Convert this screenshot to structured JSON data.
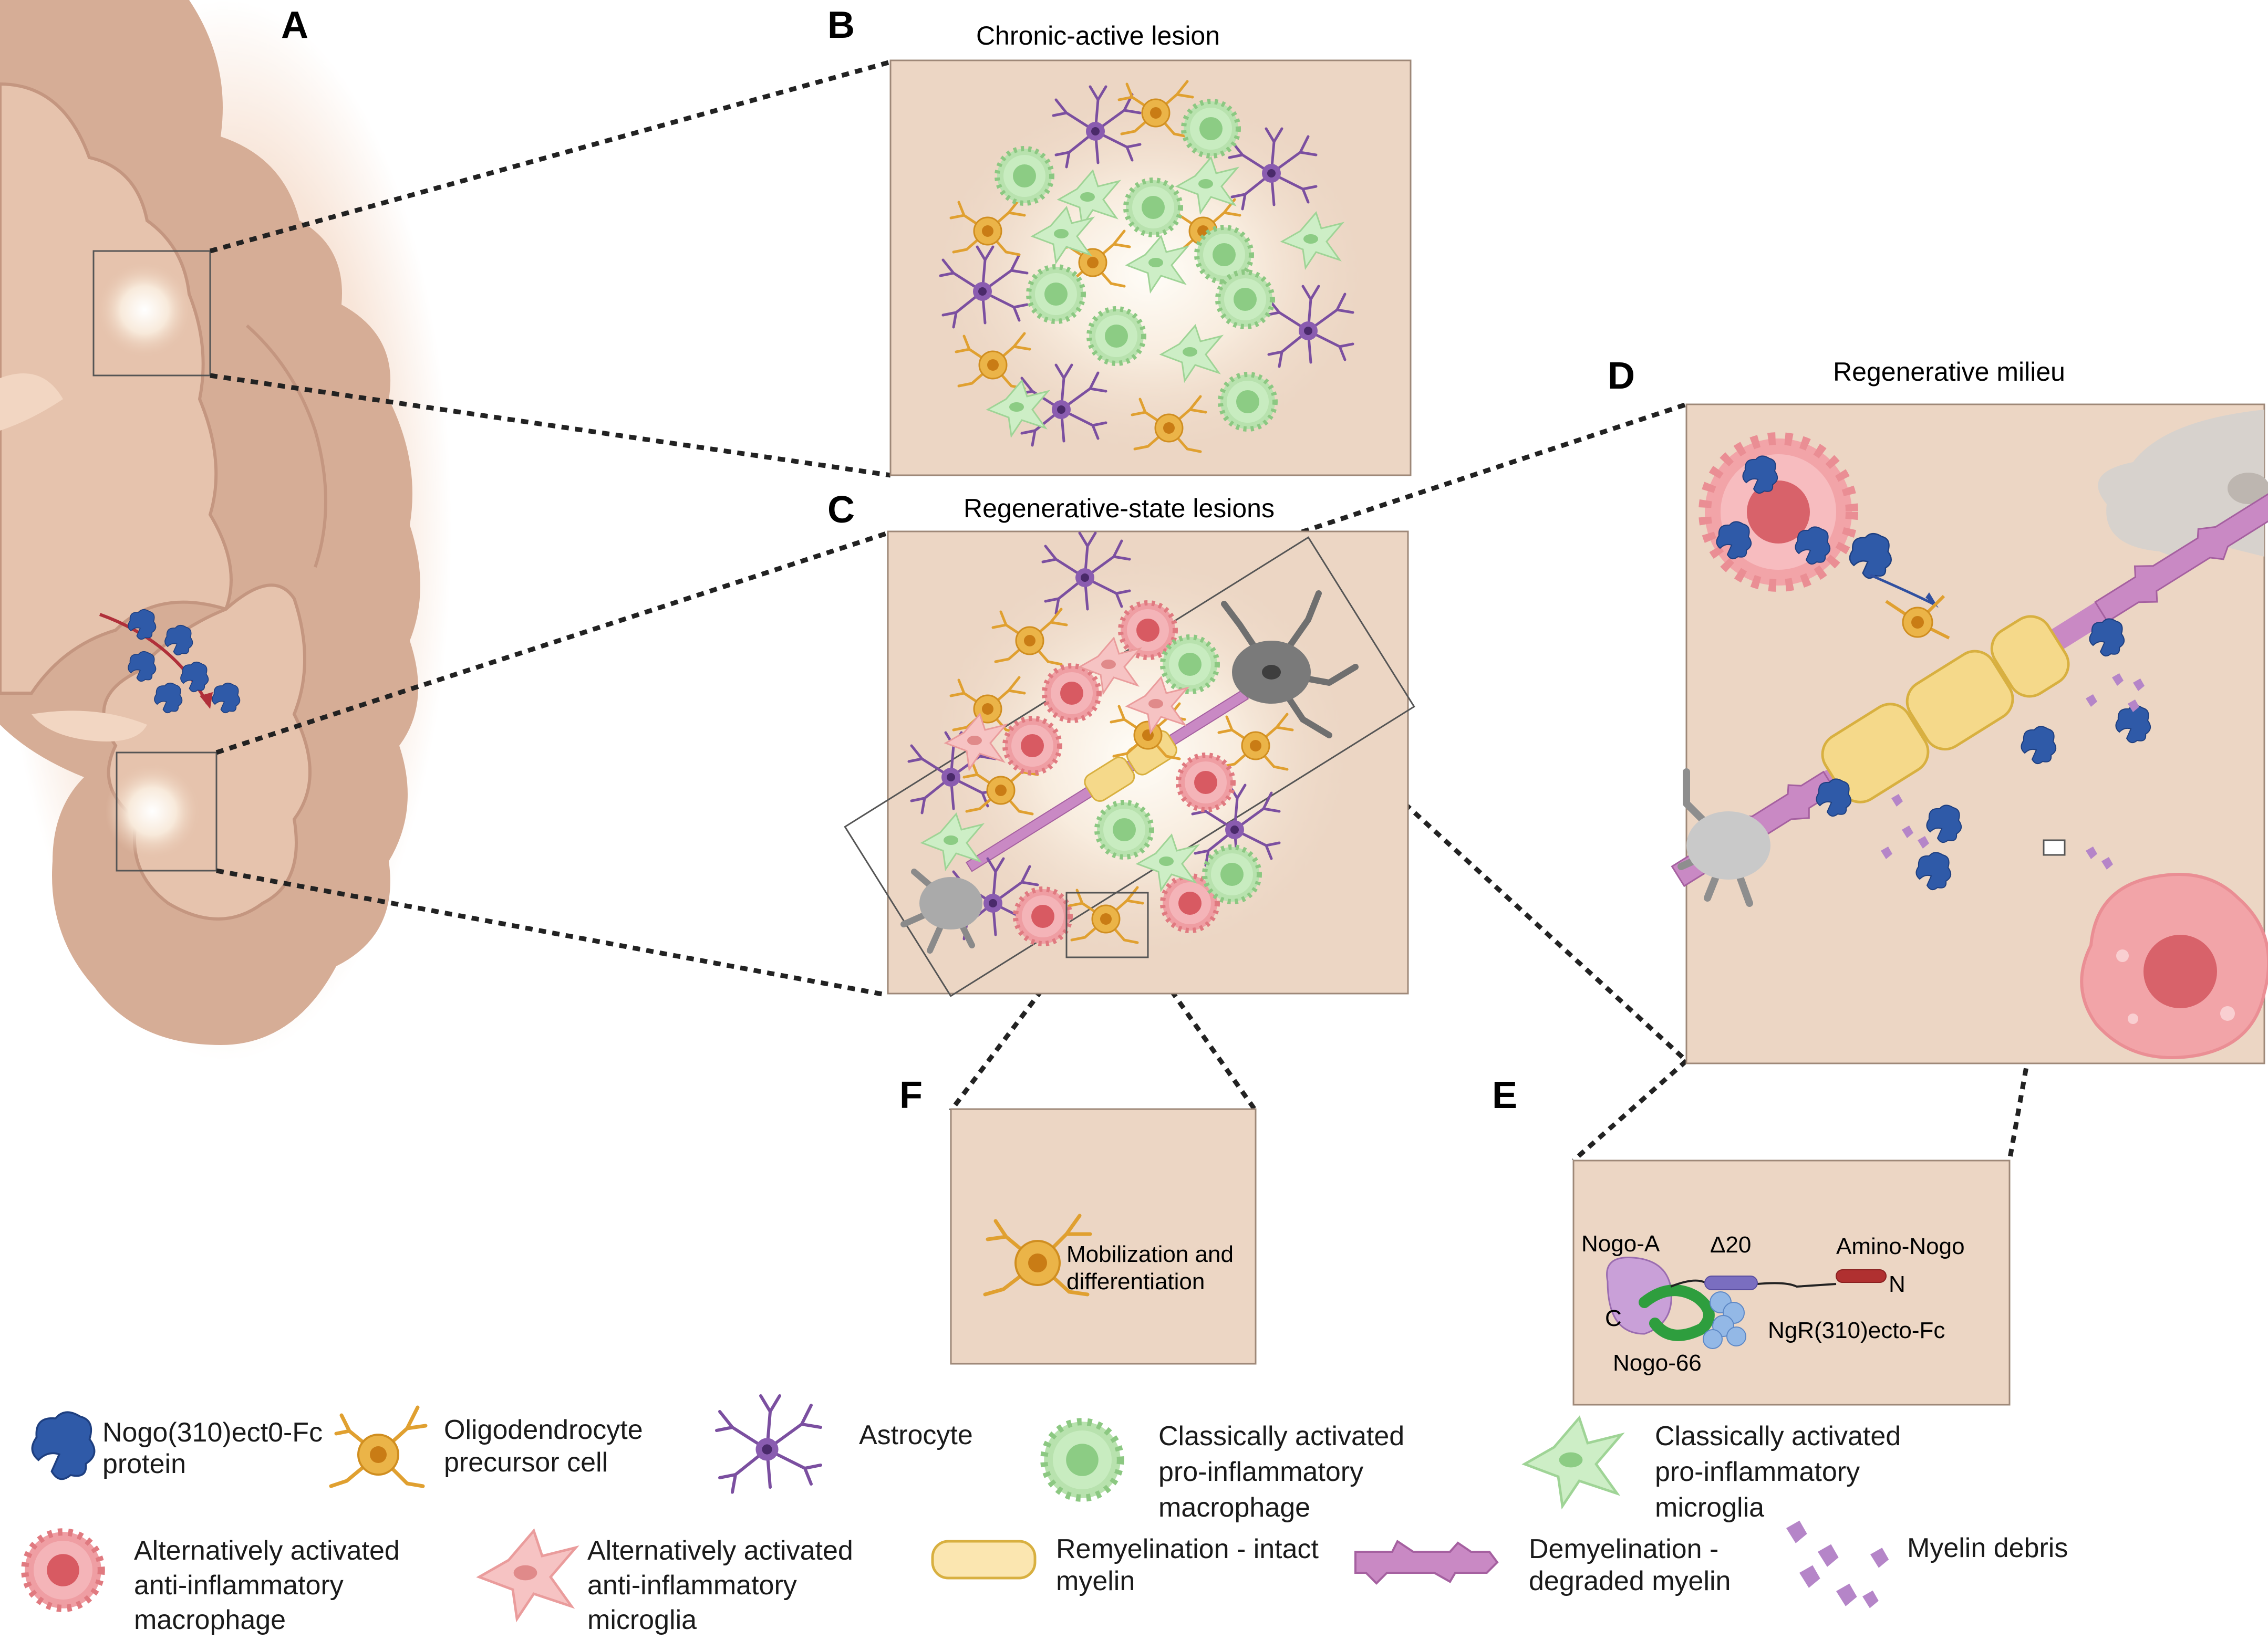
{
  "panels": {
    "a": {
      "letter": "A"
    },
    "b": {
      "letter": "B",
      "title": "Chronic-active lesion"
    },
    "c": {
      "letter": "C",
      "title": "Regenerative-state lesions"
    },
    "d": {
      "letter": "D",
      "title": "Regenerative milieu"
    },
    "e": {
      "letter": "E",
      "labels": {
        "nogo_a": "Nogo-A",
        "delta20": "Δ20",
        "amino_nogo": "Amino-Nogo",
        "n_term": "N",
        "c_term": "C",
        "nogo66": "Nogo-66",
        "ngr": "NgR(310)ecto-Fc"
      }
    },
    "f": {
      "letter": "F",
      "text_line1": "Mobilization and",
      "text_line2": "differentiation"
    }
  },
  "legend": [
    {
      "key": "nogo_protein",
      "line1": "Nogo(310)ect0-Fc",
      "line2": "protein",
      "line3": ""
    },
    {
      "key": "opc",
      "line1": "Oligodendrocyte",
      "line2": "precursor cell",
      "line3": ""
    },
    {
      "key": "astrocyte",
      "line1": "Astrocyte",
      "line2": "",
      "line3": ""
    },
    {
      "key": "classic_macrophage",
      "line1": "Classically activated",
      "line2": "pro-inflammatory",
      "line3": "macrophage"
    },
    {
      "key": "classic_microglia",
      "line1": "Classically activated",
      "line2": "pro-inflammatory",
      "line3": "microglia"
    },
    {
      "key": "alt_macrophage",
      "line1": "Alternatively  activated",
      "line2": "anti-inflammatory",
      "line3": "macrophage"
    },
    {
      "key": "alt_microglia",
      "line1": "Alternatively  activated",
      "line2": "anti-inflammatory",
      "line3": "microglia"
    },
    {
      "key": "remyelination",
      "line1": "Remyelination - intact",
      "line2": "myelin",
      "line3": ""
    },
    {
      "key": "demyelination",
      "line1": "Demyelination -",
      "line2": "degraded myelin",
      "line3": ""
    },
    {
      "key": "debris",
      "line1": "Myelin debris",
      "line2": "",
      "line3": ""
    }
  ],
  "colors": {
    "background_tissue": "#ecd6c4",
    "brain": "#d9b19a",
    "astrocyte": "#7b4fa0",
    "opc": "#e0a030",
    "classic_macrophage": "#a8dba0",
    "alt_macrophage": "#f2a4a8",
    "nogo_protein": "#2f5aa8",
    "myelin": "#f5d98a",
    "degraded_myelin": "#c989c4"
  }
}
